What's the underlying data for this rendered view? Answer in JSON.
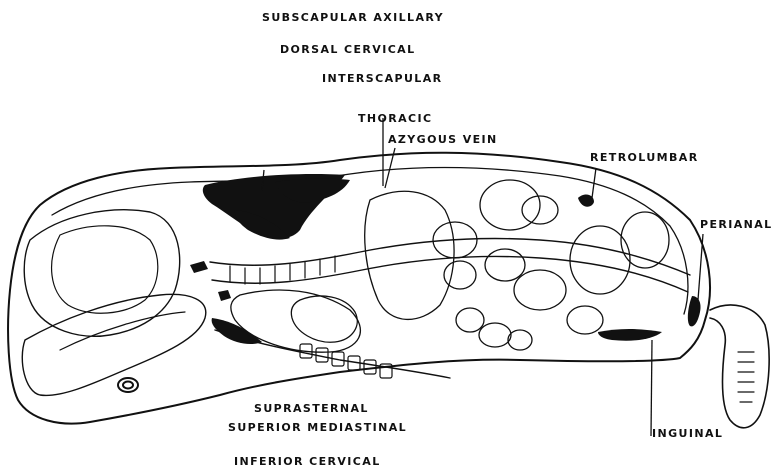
{
  "labels": {
    "subscapular_axillary": "SUBSCAPULAR AXILLARY",
    "dorsal_cervical": "DORSAL CERVICAL",
    "interscapular": "INTERSCAPULAR",
    "thoracic": "THORACIC",
    "azygous_vein": "AZYGOUS VEIN",
    "retrolumbar": "RETROLUMBAR",
    "perianal": "PERIANAL",
    "suprasternal": "SUPRASTERNAL",
    "superior_mediastinal": "SUPERIOR MEDIASTINAL",
    "inferior_cervical": "INFERIOR CERVICAL",
    "inguinal": "INGUINAL"
  },
  "colors": {
    "ink": "#111111",
    "paper": "#ffffff"
  }
}
